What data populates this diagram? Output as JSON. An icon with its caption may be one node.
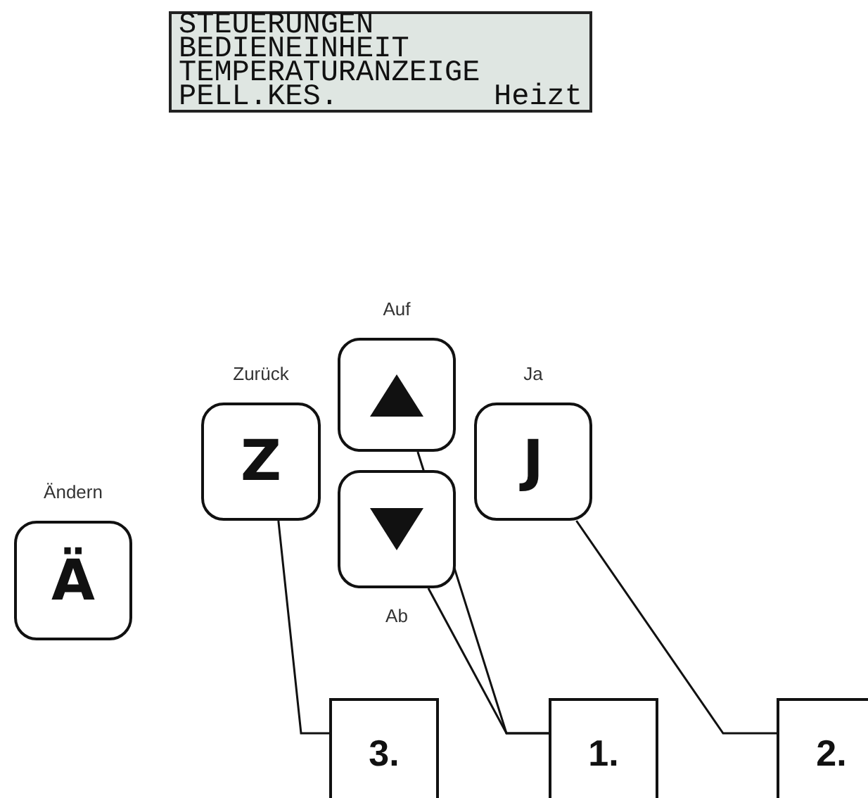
{
  "diagram": {
    "nodes": [
      {
        "text": [
          "STEUERUNGEN",
          "BEDIENEINHEIT",
          "TEMPERATURANZEIGE",
          "PELL.KES.",
          "Heizt"
        ]
      },
      {
        "text": [
          "Ä"
        ],
        "beside": [
          "Ändern"
        ]
      },
      {
        "text": [
          "Z"
        ],
        "beside": [
          "Zurück"
        ]
      },
      {
        "text": [],
        "shape": "box",
        "beside": [
          "Auf"
        ]
      },
      {
        "text": [],
        "shape": "box",
        "beside": [
          "Ab"
        ]
      },
      {
        "text": [
          "J"
        ],
        "beside": [
          "Ja"
        ]
      },
      {
        "text": [
          "3."
        ]
      },
      {
        "text": [
          "1."
        ]
      },
      {
        "text": [
          "2."
        ]
      }
    ],
    "edges": [
      {
        "from": 6,
        "to": 2,
        "arrow": "none"
      },
      {
        "from": 7,
        "to": 3,
        "arrow": "none"
      },
      {
        "from": 7,
        "to": 4,
        "arrow": "none"
      },
      {
        "from": 8,
        "to": 5,
        "arrow": "none"
      }
    ]
  }
}
